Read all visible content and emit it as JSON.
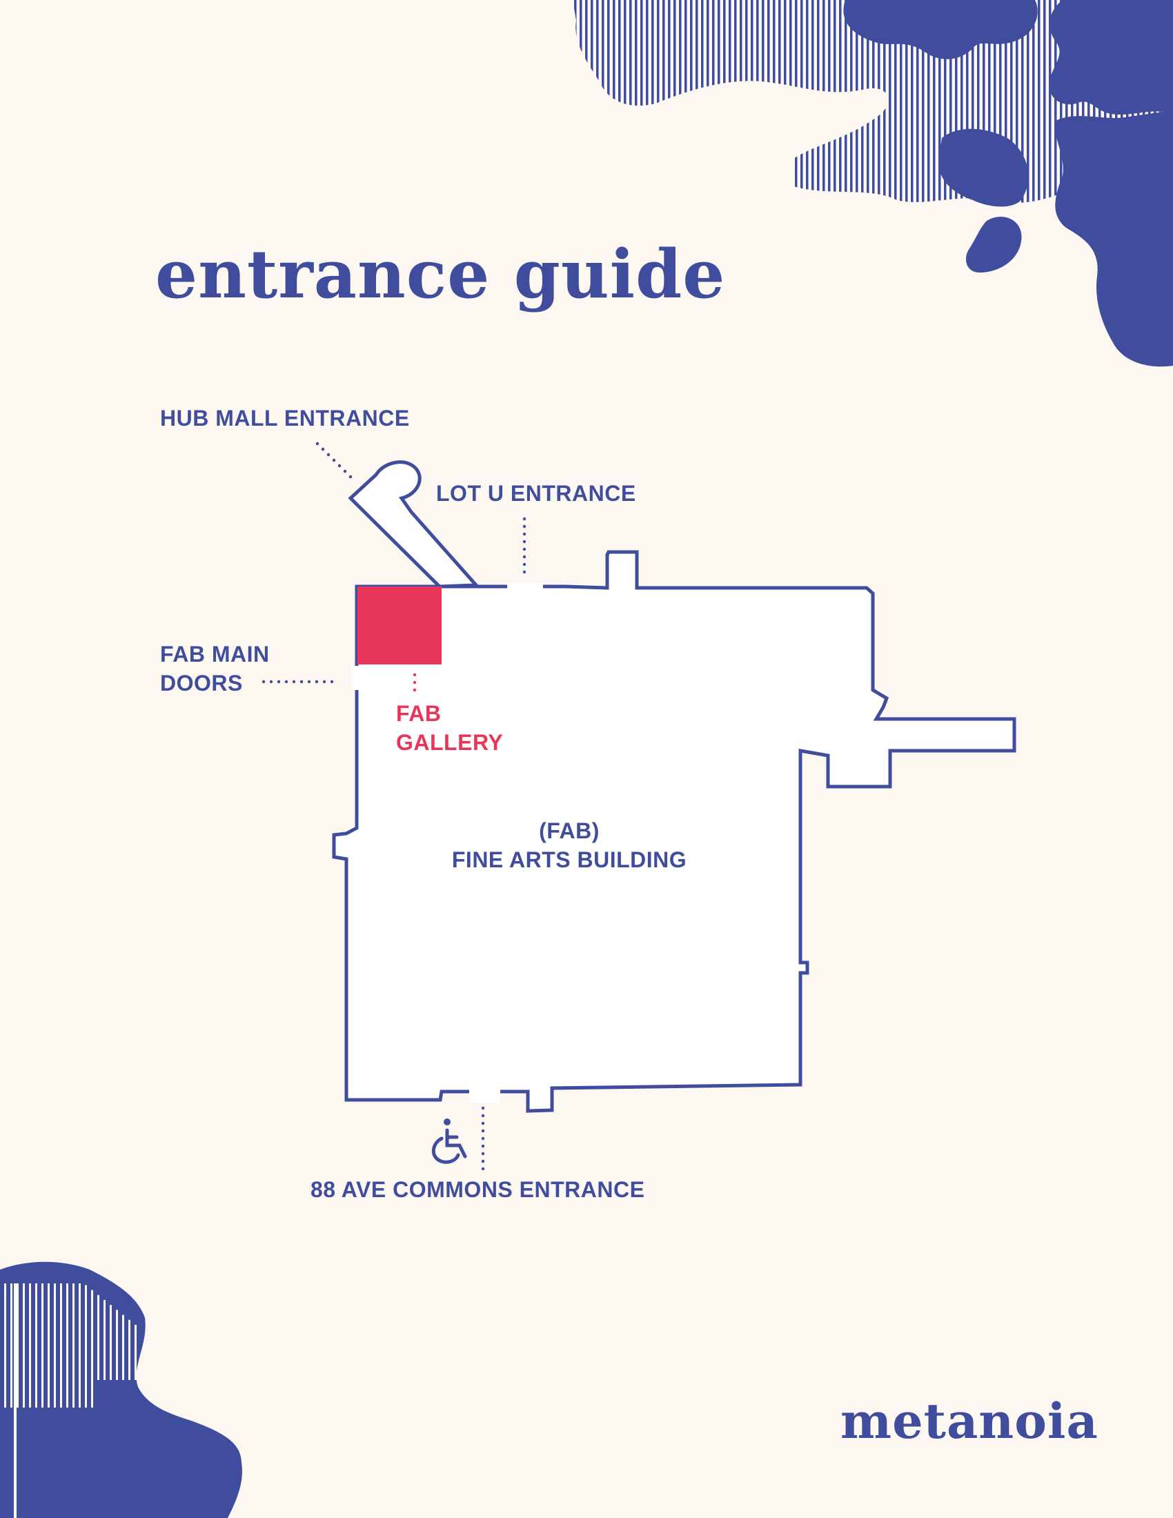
{
  "title": "entrance guide",
  "brand": "metanoia",
  "colors": {
    "background": "#fcf8f1",
    "primary": "#3f4d9c",
    "accent": "#e8365a",
    "building_fill": "#ffffff"
  },
  "labels": {
    "hub_mall": "HUB MALL ENTRANCE",
    "lot_u": "LOT U ENTRANCE",
    "fab_main": "FAB MAIN\nDOORS",
    "fab_gallery": "FAB\nGALLERY",
    "building": "(FAB)\nFINE ARTS BUILDING",
    "commons": "88 AVE COMMONS ENTRANCE"
  },
  "icons": {
    "accessibility": "wheelchair-icon"
  }
}
